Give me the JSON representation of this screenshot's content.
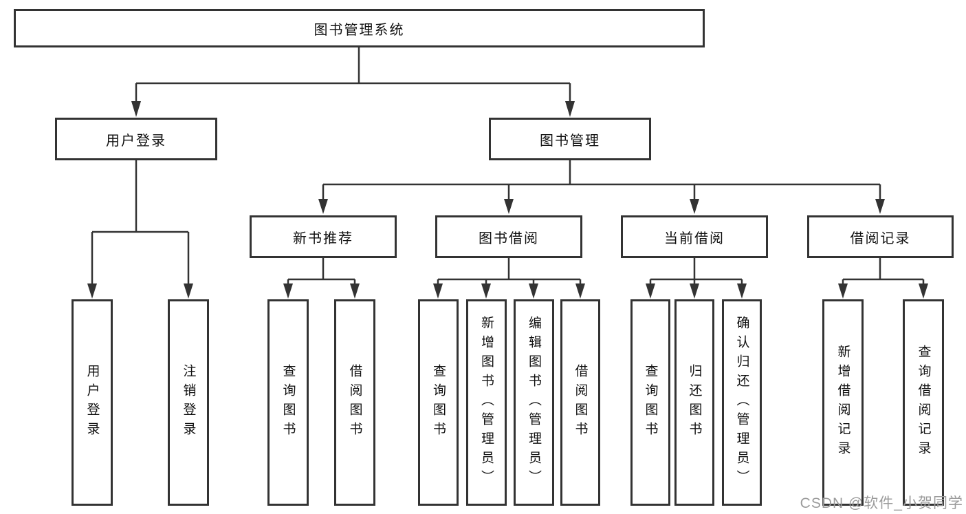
{
  "diagram": {
    "type": "hierarchy-tree",
    "tree": {
      "label": "图书管理系统",
      "children": [
        {
          "label": "用户登录",
          "children": [
            {
              "label": "用户登录"
            },
            {
              "label": "注销登录"
            }
          ]
        },
        {
          "label": "图书管理",
          "children": [
            {
              "label": "新书推荐",
              "children": [
                {
                  "label": "查询图书"
                },
                {
                  "label": "借阅图书"
                }
              ]
            },
            {
              "label": "图书借阅",
              "children": [
                {
                  "label": "查询图书"
                },
                {
                  "label": "新增图书（管理员）"
                },
                {
                  "label": "编辑图书（管理员）"
                },
                {
                  "label": "借阅图书"
                }
              ]
            },
            {
              "label": "当前借阅",
              "children": [
                {
                  "label": "查询图书"
                },
                {
                  "label": "归还图书"
                },
                {
                  "label": "确认归还（管理员）"
                }
              ]
            },
            {
              "label": "借阅记录",
              "children": [
                {
                  "label": "新增借阅记录"
                },
                {
                  "label": "查询借阅记录"
                }
              ]
            }
          ]
        }
      ]
    },
    "watermark": "CSDN @软件_小贺同学",
    "colors": {
      "line": "#333333",
      "box_border": "#333333",
      "box_fill": "#ffffff",
      "text": "#111111",
      "watermark": "#9b9b9b",
      "background": "#ffffff"
    }
  }
}
